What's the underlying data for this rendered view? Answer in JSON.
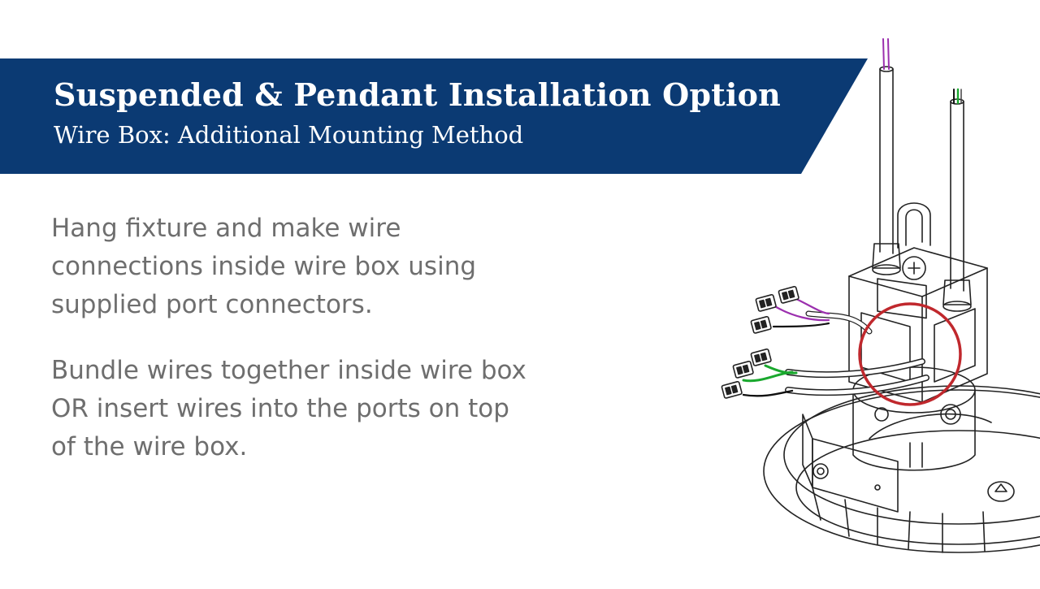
{
  "header": {
    "title": "Suspended & Pendant Installation Option",
    "subtitle": "Wire Box: Additional Mounting Method",
    "band_color": "#0b3a73"
  },
  "body": {
    "paragraphs": [
      "Hang fixture and make wire connections inside wire box using supplied port connectors.",
      "Bundle wires together inside wire box OR insert wires into the ports on top of the wire box."
    ],
    "text_color": "#6e6e6e"
  },
  "illustration": {
    "name": "wire-box-fixture-illustration",
    "highlight_color": "#c0282d",
    "wire_colors": [
      "#9b2fae",
      "#1aa82e",
      "#111111"
    ]
  }
}
